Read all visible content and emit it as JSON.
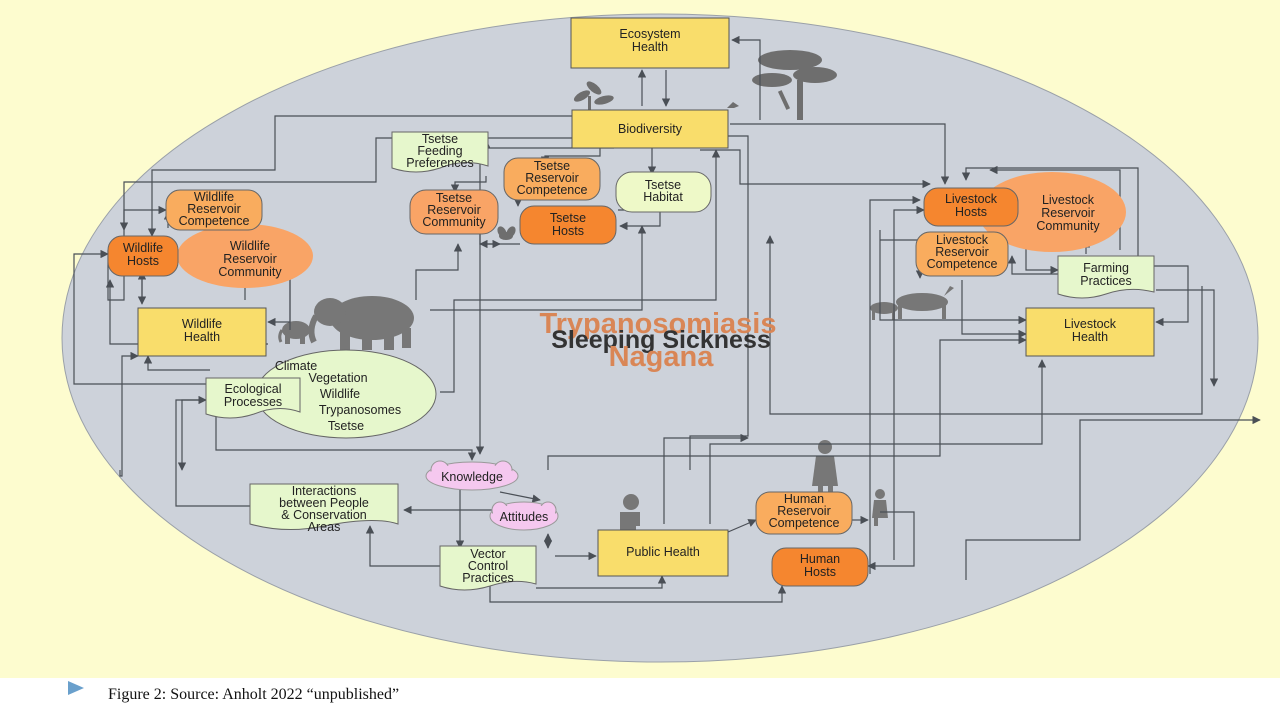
{
  "colors": {
    "background": "#fdfccf",
    "oval": "#cdd2da",
    "health_box": "#f9dd6b",
    "host_node": "#f5862f",
    "competence_node": "#f9ac5e",
    "community_node": "#f9a466",
    "flag_node": "#e6f7cc",
    "cloud_node": "#f5c8ef",
    "arrow": "#4a4f56",
    "title_primary": "#d98656",
    "title_secondary": "#333333"
  },
  "titles": {
    "primary_top": "Trypanosomiasis",
    "main": "Sleeping Sickness",
    "primary_bottom": "Nagana"
  },
  "nodes": {
    "ecosystem_health": [
      "Ecosystem",
      "Health"
    ],
    "biodiversity": [
      "Biodiversity"
    ],
    "tsetse_feeding": [
      "Tsetse",
      "Feeding",
      "Preferences"
    ],
    "tsetse_competence": [
      "Tsetse",
      "Reservoir",
      "Competence"
    ],
    "tsetse_habitat": [
      "Tsetse",
      "Habitat"
    ],
    "tsetse_community": [
      "Tsetse",
      "Reservoir",
      "Community"
    ],
    "tsetse_hosts": [
      "Tsetse",
      "Hosts"
    ],
    "wildlife_competence": [
      "Wildlife",
      "Reservoir",
      "Competence"
    ],
    "wildlife_hosts": [
      "Wildlife",
      "Hosts"
    ],
    "wildlife_community": [
      "Wildlife",
      "Reservoir",
      "Community"
    ],
    "wildlife_health": [
      "Wildlife",
      "Health"
    ],
    "livestock_hosts": [
      "Livestock",
      "Hosts"
    ],
    "livestock_community": [
      "Livestock",
      "Reservoir",
      "Community"
    ],
    "livestock_competence": [
      "Livestock",
      "Reservoir",
      "Competence"
    ],
    "farming_practices": [
      "Farming",
      "Practices"
    ],
    "livestock_health": [
      "Livestock",
      "Health"
    ],
    "ecological_processes": [
      "Ecological",
      "Processes"
    ],
    "eco_factors": [
      "Climate",
      "Vegetation",
      "Wildlife",
      "Trypanosomes",
      "Tsetse"
    ],
    "knowledge": [
      "Knowledge"
    ],
    "attitudes": [
      "Attitudes"
    ],
    "interactions": [
      "Interactions",
      "between People",
      "& Conservation",
      "Areas"
    ],
    "vector_control": [
      "Vector",
      "Control",
      "Practices"
    ],
    "public_health": [
      "Public Health"
    ],
    "human_competence": [
      "Human",
      "Reservoir",
      "Competence"
    ],
    "human_hosts": [
      "Human",
      "Hosts"
    ]
  },
  "caption": "Figure 2: Source: Anholt 2022 “unpublished”"
}
